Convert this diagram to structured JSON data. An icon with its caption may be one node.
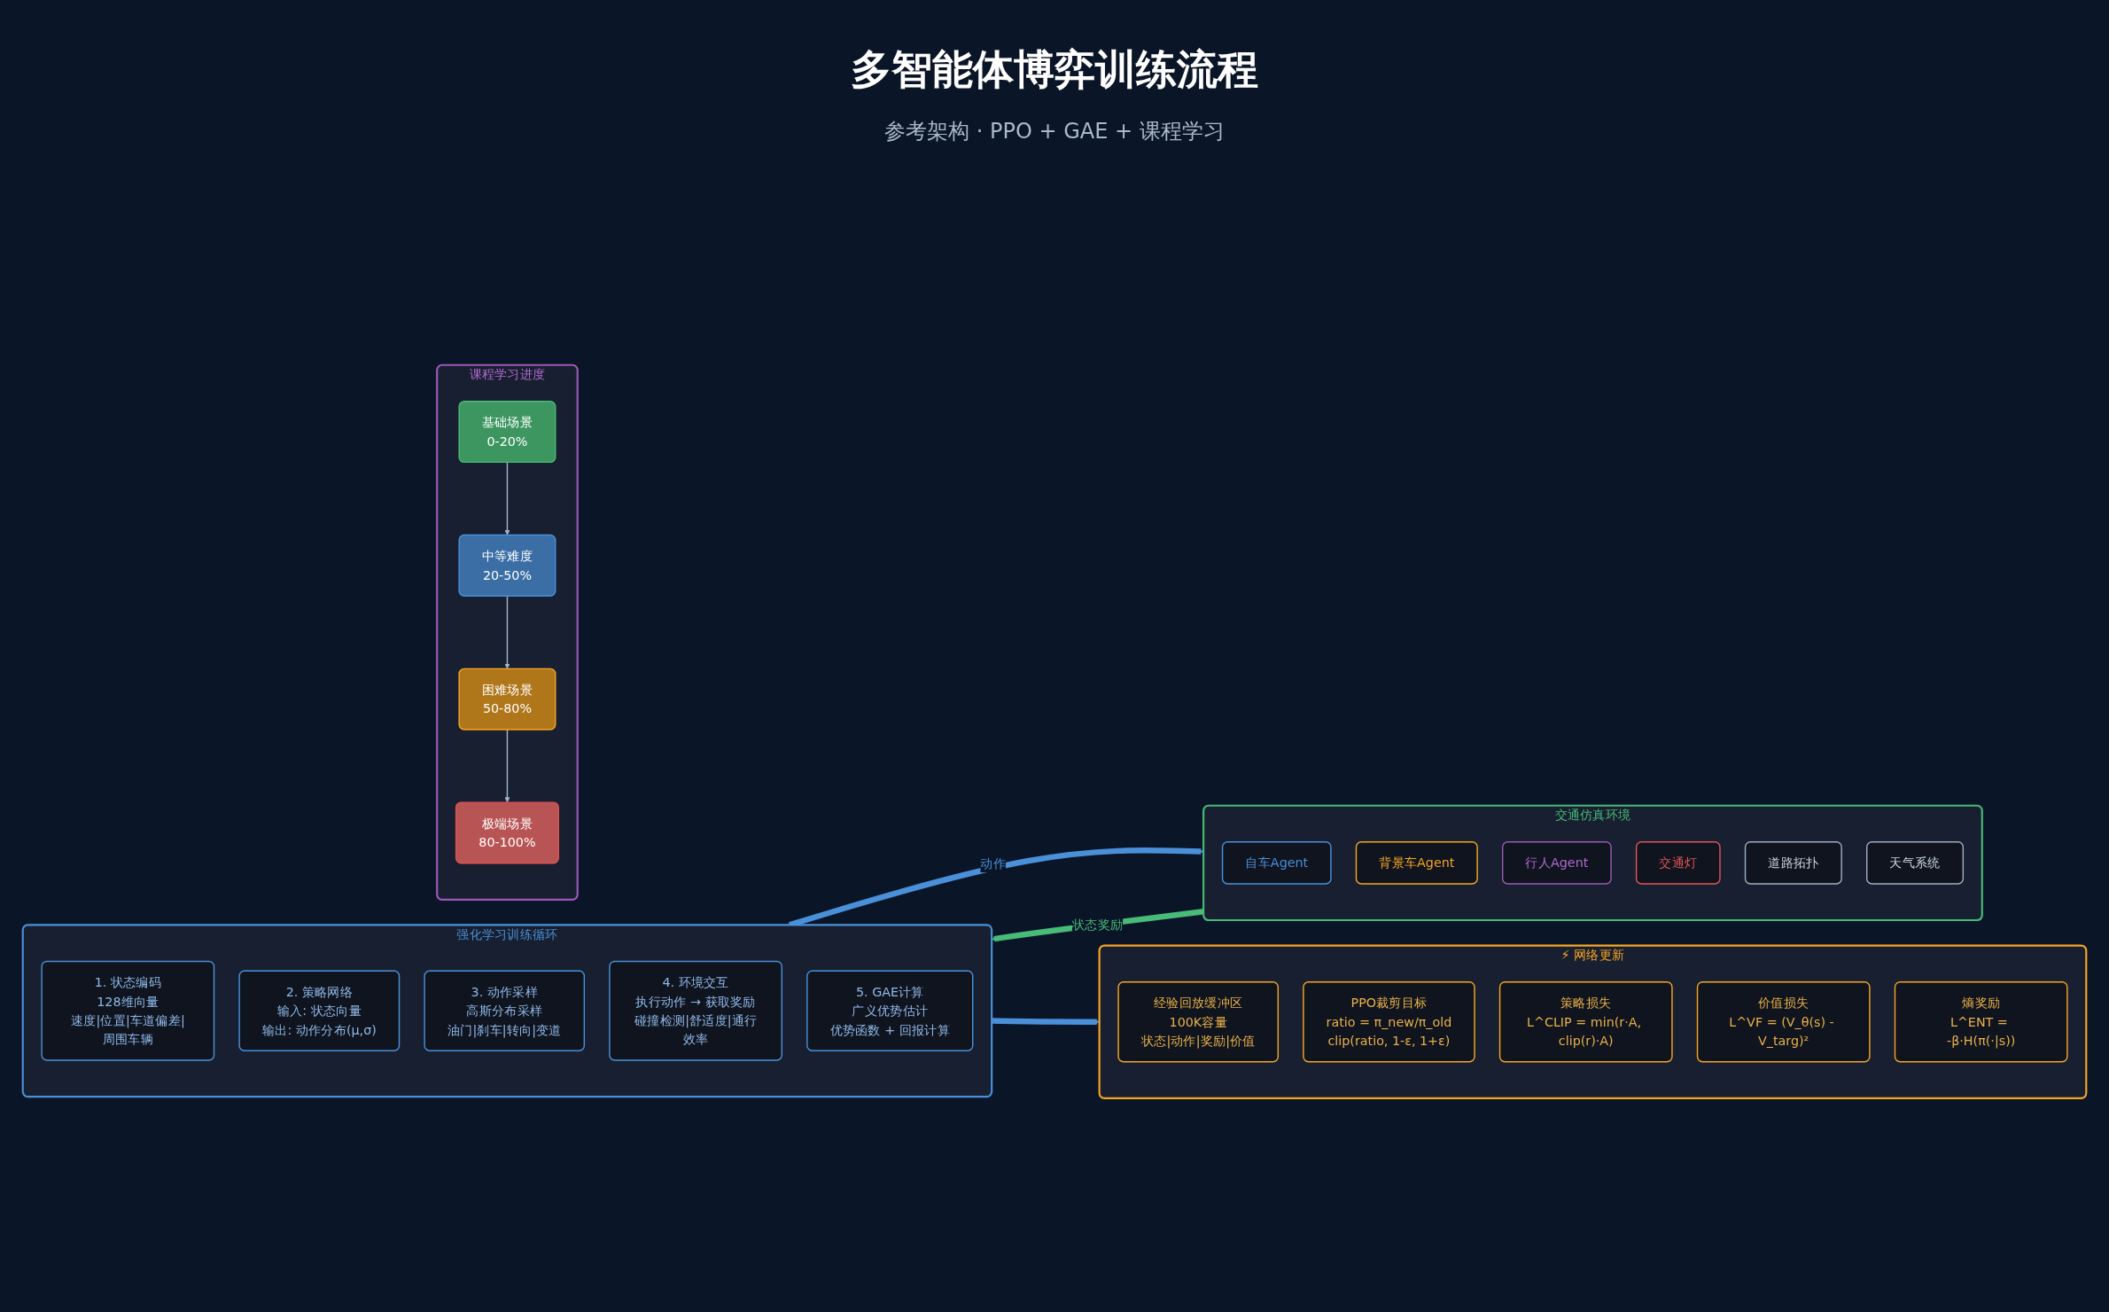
{
  "diagram": {
    "title": "多智能体博弈训练流程",
    "caption": "参考架构 · PPO + GAE + 课程学习",
    "nodes": [
      {
        "text": [
          "交通仿真环境"
        ]
      },
      {
        "text": [
          "自车Agent"
        ],
        "in": 0
      },
      {
        "text": [
          "背景车Agent"
        ],
        "in": 0
      },
      {
        "text": [
          "行人Agent"
        ],
        "in": 0
      },
      {
        "text": [
          "交通灯"
        ],
        "in": 0
      },
      {
        "text": [
          "道路拓扑"
        ],
        "in": 0
      },
      {
        "text": [
          "天气系统"
        ],
        "in": 0
      },
      {
        "text": [
          "强化学习训练循环"
        ]
      },
      {
        "text": [
          "1. 状态编码",
          "128维向量",
          "速度|位置|车道偏差|周围车辆"
        ],
        "in": 7
      },
      {
        "text": [
          "2. 策略网络",
          "输入: 状态向量",
          "输出: 动作分布(μ,σ)"
        ],
        "in": 7
      },
      {
        "text": [
          "3. 动作采样",
          "高斯分布采样",
          "油门|刹车|转向|变道"
        ],
        "in": 7
      },
      {
        "text": [
          "4. 环境交互",
          "执行动作 → 获取奖励",
          "碰撞检测|舒适度|通行效率"
        ],
        "in": 7
      },
      {
        "text": [
          "5. GAE计算",
          "广义优势估计",
          "优势函数 + 回报计算"
        ],
        "in": 7
      },
      {
        "text": [
          "⚡ 网络更新"
        ]
      },
      {
        "text": [
          "经验回放缓冲区",
          "100K容量",
          "状态|动作|奖励|价值"
        ],
        "in": 13
      },
      {
        "text": [
          "PPO裁剪目标",
          "ratio = π_new/π_old",
          "clip(ratio, 1-ε, 1+ε)"
        ],
        "in": 13
      },
      {
        "text": [
          "策略损失",
          "L^CLIP = min(r·A, clip(r)·A)"
        ],
        "in": 13
      },
      {
        "text": [
          "价值损失",
          "L^VF = (V_θ(s) - V_targ)²"
        ],
        "in": 13
      },
      {
        "text": [
          "熵奖励",
          "L^ENT = -β·H(π(·|s))"
        ],
        "in": 13
      },
      {
        "text": [
          "课程学习进度"
        ]
      },
      {
        "text": [
          "基础场景",
          "0-20%"
        ],
        "in": 19
      },
      {
        "text": [
          "中等难度",
          "20-50%"
        ],
        "in": 19
      },
      {
        "text": [
          "困难场景",
          "50-80%"
        ],
        "in": 19
      },
      {
        "text": [
          "极端场景",
          "80-100%"
        ],
        "in": 19
      }
    ],
    "edges": [
      {
        "from": 0,
        "to": 7,
        "arrow": "to",
        "label": "状态奖励",
        "style": "thick",
        "color": "#48bb78"
      },
      {
        "from": 7,
        "to": 0,
        "arrow": "to",
        "label": "动作",
        "style": "thick",
        "color": "#4a90d9"
      },
      {
        "from": 7,
        "to": 13,
        "arrow": "to",
        "style": "thick",
        "color": "#4a90d9"
      },
      {
        "from": 20,
        "to": 21,
        "arrow": "to"
      },
      {
        "from": 21,
        "to": 22,
        "arrow": "to"
      },
      {
        "from": 22,
        "to": 23,
        "arrow": "to"
      }
    ]
  }
}
